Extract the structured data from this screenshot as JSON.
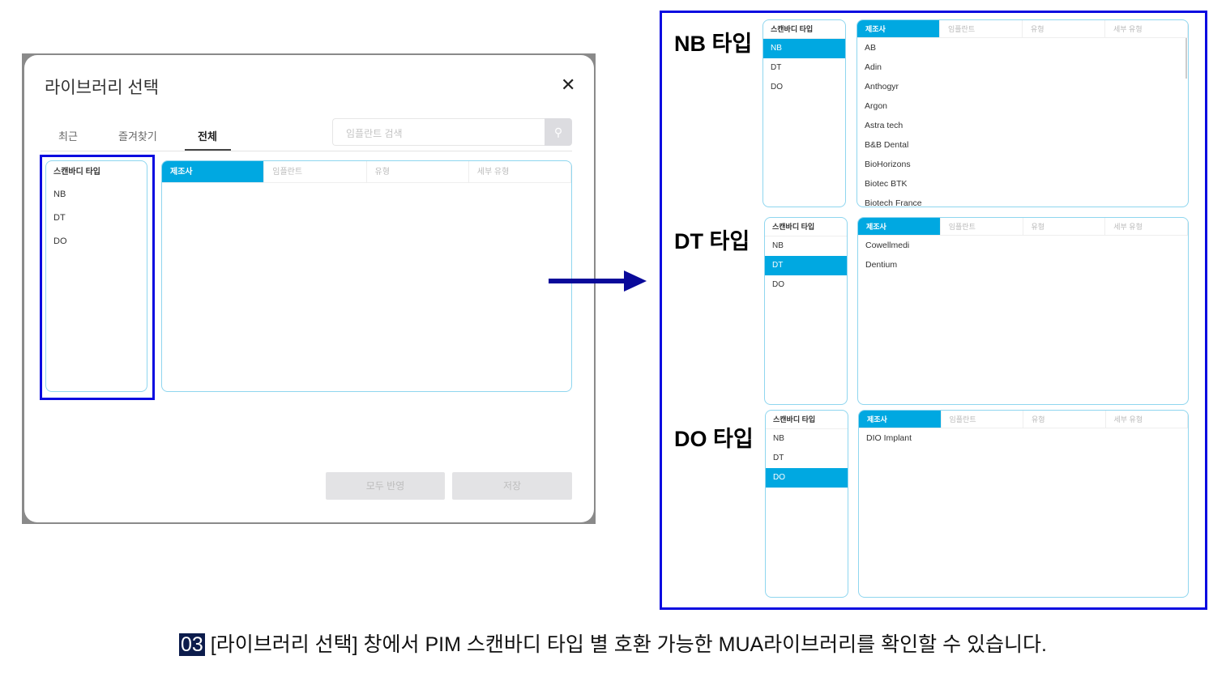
{
  "dialog": {
    "title": "라이브러리 선택",
    "close": "✕",
    "tabs": [
      "최근",
      "즐겨찾기",
      "전체"
    ],
    "search_placeholder": "임플란트 검색",
    "scanbody_header": "스캔바디 타입",
    "scanbody_items": [
      "NB",
      "DT",
      "DO"
    ],
    "table_headers": [
      "제조사",
      "임플란트",
      "유형",
      "세부 유형"
    ],
    "buttons": {
      "apply_all": "모두 반영",
      "save": "저장"
    }
  },
  "groups": [
    {
      "label": "NB 타입",
      "selected": "NB",
      "manufacturers": [
        "AB",
        "Adin",
        "Anthogyr",
        "Argon",
        "Astra tech",
        "B&B Dental",
        "BioHorizons",
        "Biotec BTK",
        "Biotech France"
      ]
    },
    {
      "label": "DT 타입",
      "selected": "DT",
      "manufacturers": [
        "Cowellmedi",
        "Dentium"
      ]
    },
    {
      "label": "DO 타입",
      "selected": "DO",
      "manufacturers": [
        "DIO Implant"
      ]
    }
  ],
  "caption": {
    "num": "03",
    "text": " [라이브러리 선택] 창에서 PIM 스캔바디 타입 별 호환 가능한 MUA라이브러리를 확인할 수 있습니다."
  },
  "colors": {
    "accent": "#00a8e1",
    "highlight": "#0a0ae0",
    "arrow": "#0a0a9a"
  }
}
